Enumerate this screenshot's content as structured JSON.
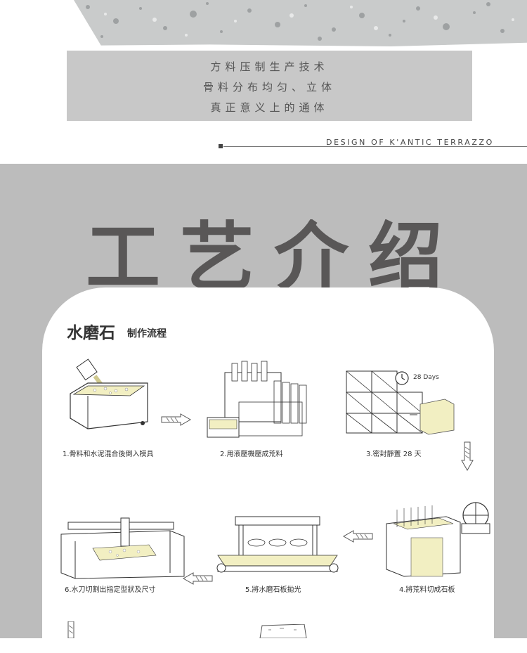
{
  "banner": {
    "lines": [
      "方料压制生产技术",
      "骨料分布均匀、立体",
      "真正意义上的通体"
    ]
  },
  "design_tagline": "DESIGN OF K'ANTIC TERRAZZO",
  "section_title": [
    "工",
    "艺",
    "介",
    "绍"
  ],
  "process": {
    "title_main": "水磨石",
    "title_sub": "制作流程",
    "days_label": "28 Days",
    "steps": [
      "1.骨料和水泥混合後倒入模具",
      "2.用液壓機壓成荒料",
      "3.密封靜置 28 天",
      "4.將荒料切成石板",
      "5.將水磨石板拋光",
      "6.水刀切割出指定型狀及尺寸"
    ]
  },
  "colors": {
    "page_background": "#ffffff",
    "banner_grey": "#c8c8c8",
    "section_grey": "#bcbcbc",
    "title_color": "#595757",
    "terrazzo_fill": "#f2efc2"
  }
}
